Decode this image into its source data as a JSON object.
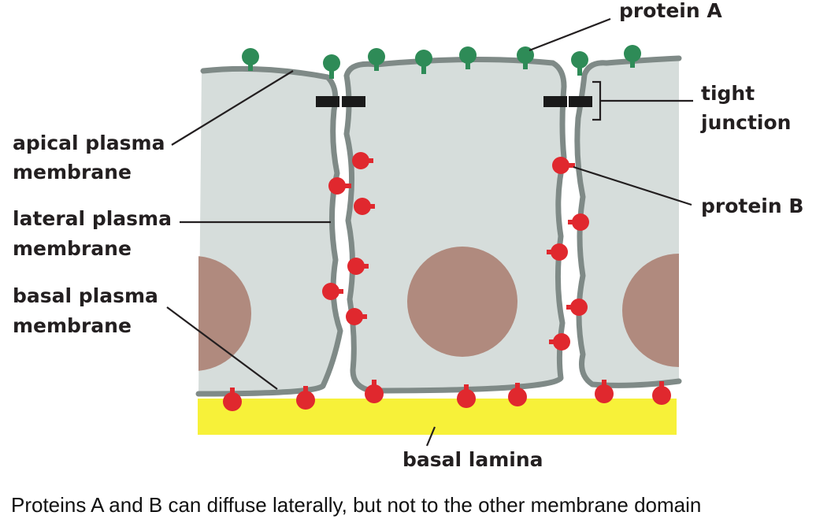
{
  "labels": {
    "protein_a": "protein A",
    "tight_junction_1": "tight",
    "tight_junction_2": "junction",
    "apical_1": "apical plasma",
    "apical_2": "membrane",
    "protein_b": "protein B",
    "lateral_1": "lateral plasma",
    "lateral_2": "membrane",
    "basal_1": "basal plasma",
    "basal_2": "membrane",
    "basal_lamina": "basal lamina"
  },
  "caption": "Proteins A and B can diffuse laterally, but not to the other membrane domain",
  "colors": {
    "cytoplasm": "#d6dddb",
    "membrane": "#7f8a87",
    "nucleus": "#b08a7e",
    "protein_a": "#2e8b57",
    "protein_b": "#e0282e",
    "basal_lamina": "#f7f139",
    "tight_junction": "#1a1a1a"
  }
}
